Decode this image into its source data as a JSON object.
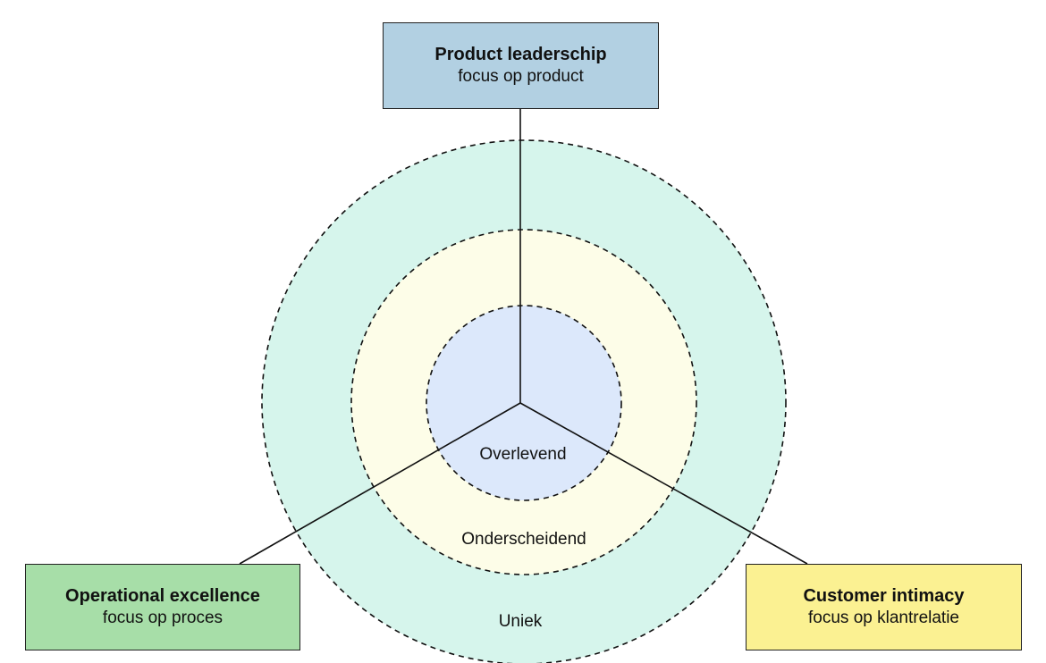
{
  "colors": {
    "outer_ring": "#d6f5ec",
    "middle_ring": "#fdfde8",
    "inner_ring": "#dce8fb",
    "product_box": "#b2d0e2",
    "operational_box": "#a7dea8",
    "customer_box": "#fbf192",
    "line": "#111111"
  },
  "rings": {
    "inner_label": "Overlevend",
    "middle_label": "Onderscheidend",
    "outer_label": "Uniek"
  },
  "boxes": {
    "product": {
      "title": "Product leaderschip",
      "subtitle": "focus op product"
    },
    "operational": {
      "title": "Operational excellence",
      "subtitle": "focus op proces"
    },
    "customer": {
      "title": "Customer intimacy",
      "subtitle": "focus op klantrelatie"
    }
  }
}
